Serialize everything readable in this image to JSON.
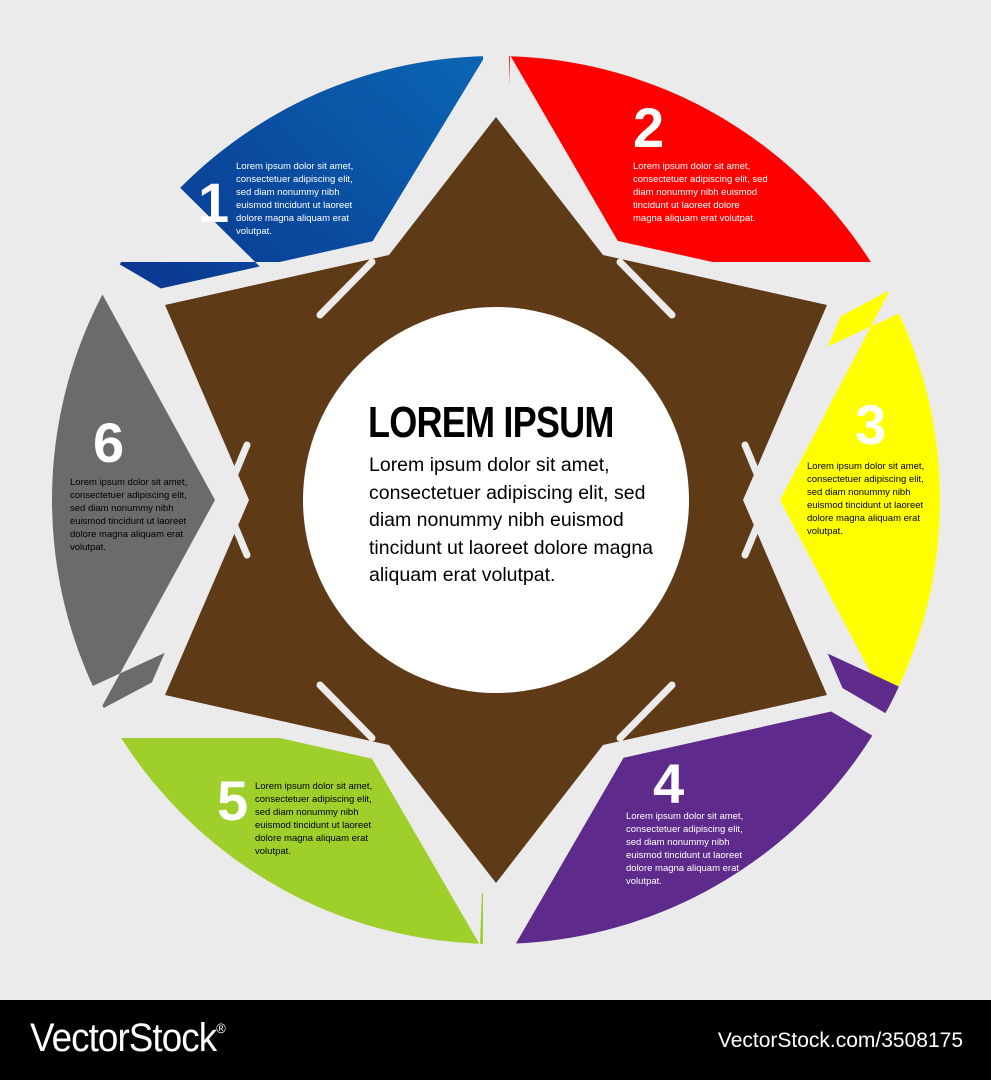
{
  "center": {
    "title": "LOREM IPSUM",
    "body": "Lorem ipsum dolor sit amet, consectetuer adipiscing elit, sed diam nonummy nibh euismod tincidunt ut laoreet dolore magna aliquam erat volutpat."
  },
  "segments": [
    {
      "number": "1",
      "text": "Lorem ipsum dolor sit amet, consectetuer adipiscing elit, sed diam nonummy nibh euismod tincidunt ut laoreet dolore magna aliquam erat volutpat.",
      "color": "#0d2a8f",
      "number_color": "#ffffff",
      "text_color": "#ffffff"
    },
    {
      "number": "2",
      "text": "Lorem ipsum dolor sit amet, consectetuer adipiscing elit, sed diam nonummy nibh euismod tincidunt ut laoreet dolore magna aliquam erat volutpat.",
      "color": "#ff0000",
      "number_color": "#ffffff",
      "text_color": "#ffffff"
    },
    {
      "number": "3",
      "text": "Lorem ipsum dolor sit amet, consectetuer adipiscing elit, sed diam nonummy nibh euismod tincidunt ut laoreet dolore magna aliquam erat volutpat.",
      "color": "#ffff00",
      "number_color": "#ffffff",
      "text_color": "#000000"
    },
    {
      "number": "4",
      "text": "Lorem ipsum dolor sit amet, consectetuer adipiscing elit, sed diam nonummy nibh euismod tincidunt ut laoreet dolore magna aliquam erat volutpat.",
      "color": "#5e2a8c",
      "number_color": "#ffffff",
      "text_color": "#ffffff"
    },
    {
      "number": "5",
      "text": "Lorem ipsum dolor sit amet, consectetuer adipiscing elit, sed diam nonummy nibh euismod tincidunt ut laoreet dolore magna aliquam erat volutpat.",
      "color": "#9ecf2a",
      "number_color": "#ffffff",
      "text_color": "#000000"
    },
    {
      "number": "6",
      "text": "Lorem ipsum dolor sit amet, consectetuer adipiscing elit, sed diam nonummy nibh euismod tincidunt ut laoreet dolore magna aliquam erat volutpat.",
      "color": "#6b6b6b",
      "number_color": "#ffffff",
      "text_color": "#000000"
    }
  ],
  "colors": {
    "star": "#5e3a17",
    "background": "#ebebeb",
    "center_circle": "#ffffff"
  },
  "footer": {
    "brand": "VectorStock",
    "registered": "®",
    "id": "VectorStock.com/3508175"
  }
}
